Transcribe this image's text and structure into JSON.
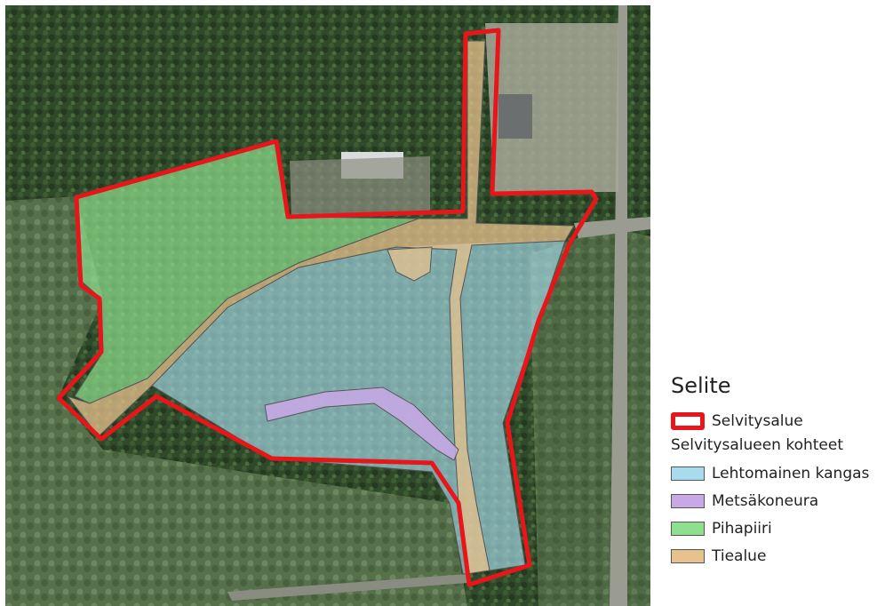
{
  "legend": {
    "title": "Selite",
    "boundary": {
      "label": "Selvitysalue",
      "color": "#e8161b"
    },
    "subtitle": "Selvitysalueen kohteet",
    "items": [
      {
        "label": "Lehtomainen kangas",
        "color": "#a8dcec"
      },
      {
        "label": "Metsäkoneura",
        "color": "#c9a8e8"
      },
      {
        "label": "Pihapiiri",
        "color": "#8ee08e"
      },
      {
        "label": "Tiealue",
        "color": "#e8c28e"
      }
    ]
  }
}
